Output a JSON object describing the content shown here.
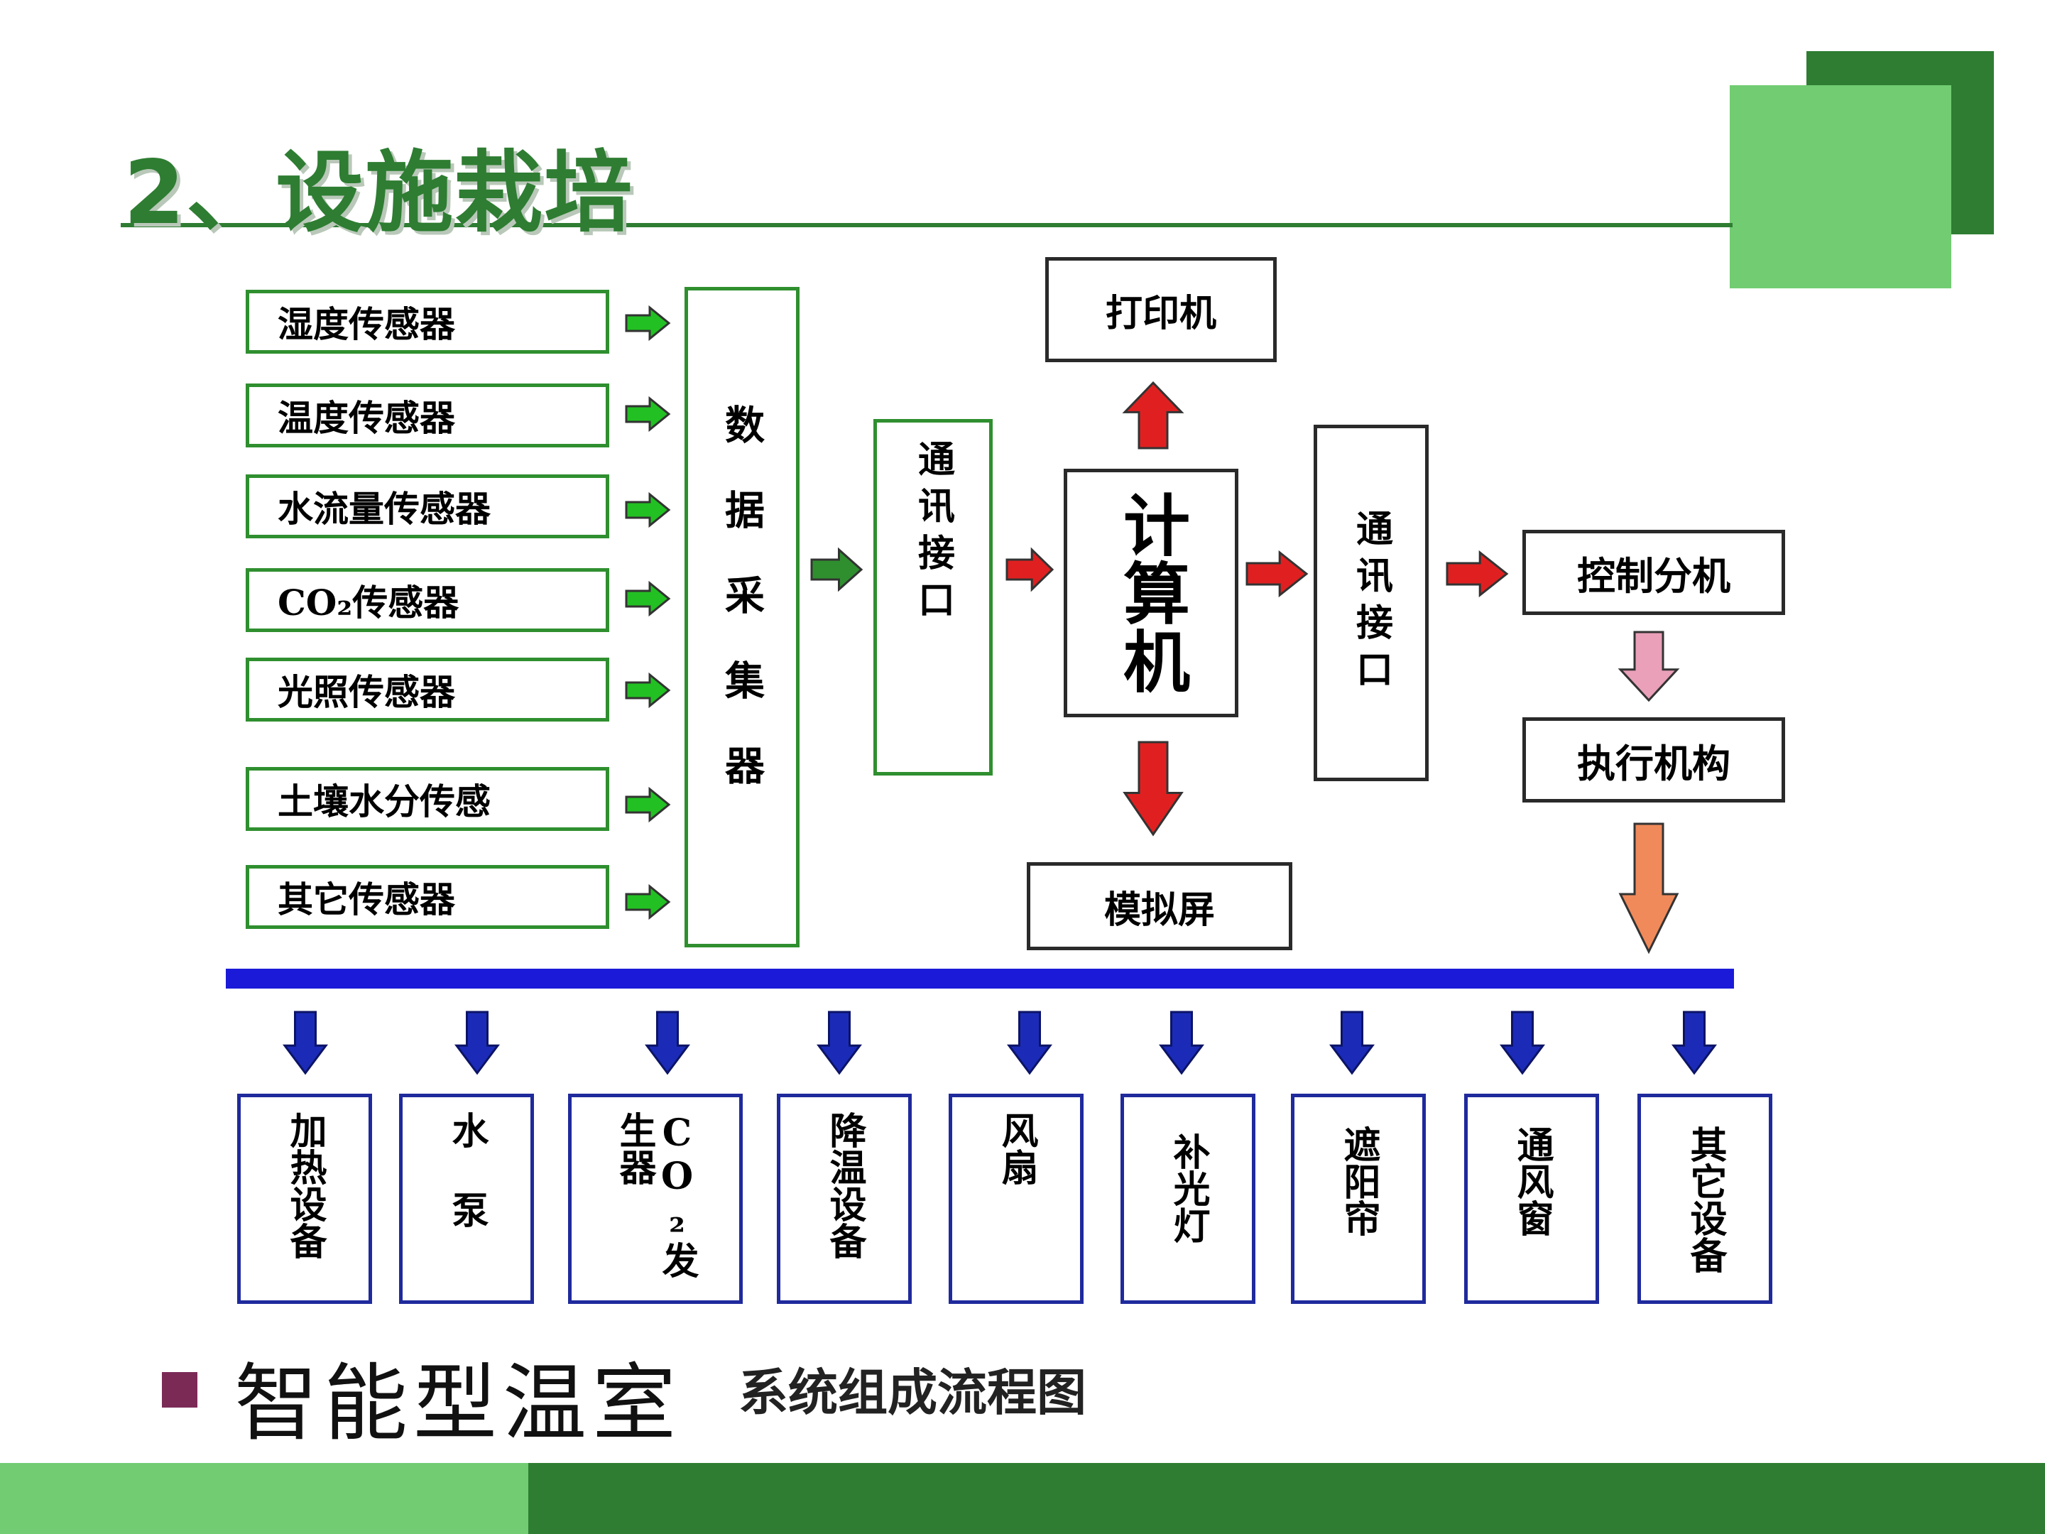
{
  "slide": {
    "title": "2、设施栽培",
    "caption_main": "智能型温室",
    "caption_sub": "系统组成流程图"
  },
  "diagram": {
    "sensors": [
      "湿度传感器",
      "温度传感器",
      "水流量传感器",
      "CO₂传感器",
      "光照传感器",
      "土壤水分传感",
      "其它传感器"
    ],
    "collector": "数据采集器",
    "comm_interface_left": "通讯接口",
    "computer": "计算机",
    "printer": "打印机",
    "sim_screen": "模拟屏",
    "comm_interface_right": "通讯接口",
    "control_unit": "控制分机",
    "actuator": "执行机构",
    "outputs": [
      "加热设备",
      "水泵",
      "CO₂发生器",
      "降温设备",
      "风扇",
      "补光灯",
      "遮阳帘",
      "通风窗",
      "其它设备"
    ]
  },
  "colors": {
    "theme_dark_green": "#2e7d32",
    "theme_light_green": "#72cc72",
    "bus_blue": "#1a1ad8",
    "arrow_red": "#e02020",
    "arrow_green": "#22c022",
    "arrow_orange": "#f08a5a",
    "arrow_blue": "#1b2bb8",
    "bullet": "#7b2a56"
  }
}
